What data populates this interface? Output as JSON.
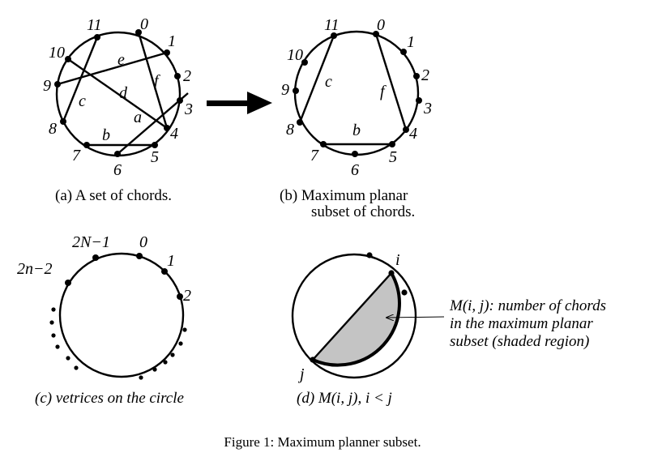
{
  "panel_a": {
    "vertex_labels": [
      "0",
      "1",
      "2",
      "3",
      "4",
      "5",
      "6",
      "7",
      "8",
      "9",
      "10",
      "11"
    ],
    "chord_labels": [
      "a",
      "b",
      "c",
      "d",
      "e",
      "f"
    ],
    "caption": "(a) A set of chords."
  },
  "panel_b": {
    "vertex_labels": [
      "0",
      "1",
      "2",
      "3",
      "4",
      "5",
      "6",
      "7",
      "8",
      "9",
      "10",
      "11"
    ],
    "chord_labels": [
      "b",
      "c",
      "f"
    ],
    "caption_line1": "(b) Maximum planar",
    "caption_line2": "subset of chords."
  },
  "panel_c": {
    "vertex_labels": [
      "2N−1",
      "0",
      "1",
      "2",
      "2n−2"
    ],
    "caption": "(c) vetrices on the circle"
  },
  "panel_d": {
    "labels": {
      "i": "i",
      "j": "j"
    },
    "annotation": [
      "M(i, j): number of chords",
      "in the maximum planar",
      "subset (shaded region)"
    ],
    "caption": "(d) M(i, j), i < j",
    "shade_color": "#c4c4c4"
  },
  "figure_caption": "Figure 1: Maximum planner subset."
}
